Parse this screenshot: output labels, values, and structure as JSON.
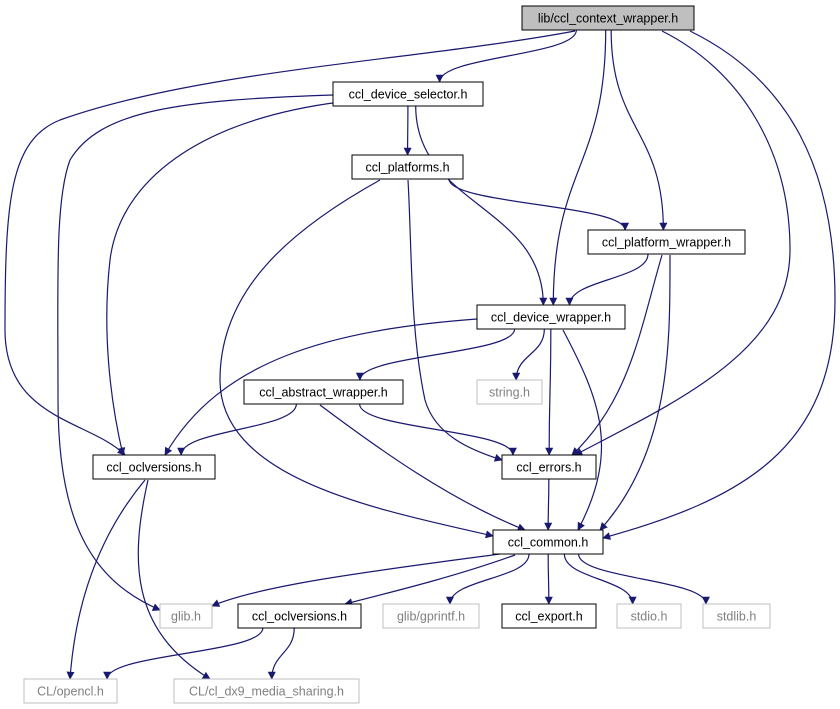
{
  "colors": {
    "edge": "#191970",
    "root_fill": "#bfbfbf",
    "node_stroke": "#000000",
    "system_stroke": "#bfbfbf",
    "system_text": "#808080",
    "text": "#000000"
  },
  "nodes": [
    {
      "id": "ctx",
      "label": "lib/ccl_context_wrapper.h",
      "kind": "root"
    },
    {
      "id": "dsel",
      "label": "ccl_device_selector.h",
      "kind": "normal"
    },
    {
      "id": "plats",
      "label": "ccl_platforms.h",
      "kind": "normal"
    },
    {
      "id": "pwrap",
      "label": "ccl_platform_wrapper.h",
      "kind": "normal"
    },
    {
      "id": "dwrap",
      "label": "ccl_device_wrapper.h",
      "kind": "normal"
    },
    {
      "id": "awrap",
      "label": "ccl_abstract_wrapper.h",
      "kind": "normal"
    },
    {
      "id": "str",
      "label": "string.h",
      "kind": "system"
    },
    {
      "id": "oclv1",
      "label": "ccl_oclversions.h",
      "kind": "normal"
    },
    {
      "id": "err",
      "label": "ccl_errors.h",
      "kind": "normal"
    },
    {
      "id": "com",
      "label": "ccl_common.h",
      "kind": "normal"
    },
    {
      "id": "glib",
      "label": "glib.h",
      "kind": "system"
    },
    {
      "id": "oclv2",
      "label": "ccl_oclversions.h",
      "kind": "normal"
    },
    {
      "id": "gpr",
      "label": "glib/gprintf.h",
      "kind": "system"
    },
    {
      "id": "exp",
      "label": "ccl_export.h",
      "kind": "normal"
    },
    {
      "id": "stdio",
      "label": "stdio.h",
      "kind": "system"
    },
    {
      "id": "stdlib",
      "label": "stdlib.h",
      "kind": "system"
    },
    {
      "id": "opencl",
      "label": "CL/opencl.h",
      "kind": "system"
    },
    {
      "id": "dx9",
      "label": "CL/cl_dx9_media_sharing.h",
      "kind": "system"
    }
  ],
  "edges": [
    {
      "from": "ctx",
      "to": "dsel"
    },
    {
      "from": "ctx",
      "to": "oclv1"
    },
    {
      "from": "ctx",
      "to": "pwrap"
    },
    {
      "from": "ctx",
      "to": "dwrap"
    },
    {
      "from": "ctx",
      "to": "err"
    },
    {
      "from": "ctx",
      "to": "com"
    },
    {
      "from": "dsel",
      "to": "plats"
    },
    {
      "from": "dsel",
      "to": "dwrap"
    },
    {
      "from": "dsel",
      "to": "oclv1"
    },
    {
      "from": "dsel",
      "to": "glib"
    },
    {
      "from": "plats",
      "to": "pwrap"
    },
    {
      "from": "plats",
      "to": "err"
    },
    {
      "from": "plats",
      "to": "com"
    },
    {
      "from": "pwrap",
      "to": "dwrap"
    },
    {
      "from": "pwrap",
      "to": "err"
    },
    {
      "from": "pwrap",
      "to": "com"
    },
    {
      "from": "dwrap",
      "to": "awrap"
    },
    {
      "from": "dwrap",
      "to": "str"
    },
    {
      "from": "dwrap",
      "to": "oclv1"
    },
    {
      "from": "dwrap",
      "to": "err"
    },
    {
      "from": "dwrap",
      "to": "com"
    },
    {
      "from": "awrap",
      "to": "oclv1"
    },
    {
      "from": "awrap",
      "to": "err"
    },
    {
      "from": "awrap",
      "to": "com"
    },
    {
      "from": "oclv1",
      "to": "opencl"
    },
    {
      "from": "oclv1",
      "to": "dx9"
    },
    {
      "from": "err",
      "to": "com"
    },
    {
      "from": "com",
      "to": "glib"
    },
    {
      "from": "com",
      "to": "oclv2"
    },
    {
      "from": "com",
      "to": "gpr"
    },
    {
      "from": "com",
      "to": "exp"
    },
    {
      "from": "com",
      "to": "stdio"
    },
    {
      "from": "com",
      "to": "stdlib"
    },
    {
      "from": "oclv2",
      "to": "opencl"
    },
    {
      "from": "oclv2",
      "to": "dx9"
    }
  ]
}
